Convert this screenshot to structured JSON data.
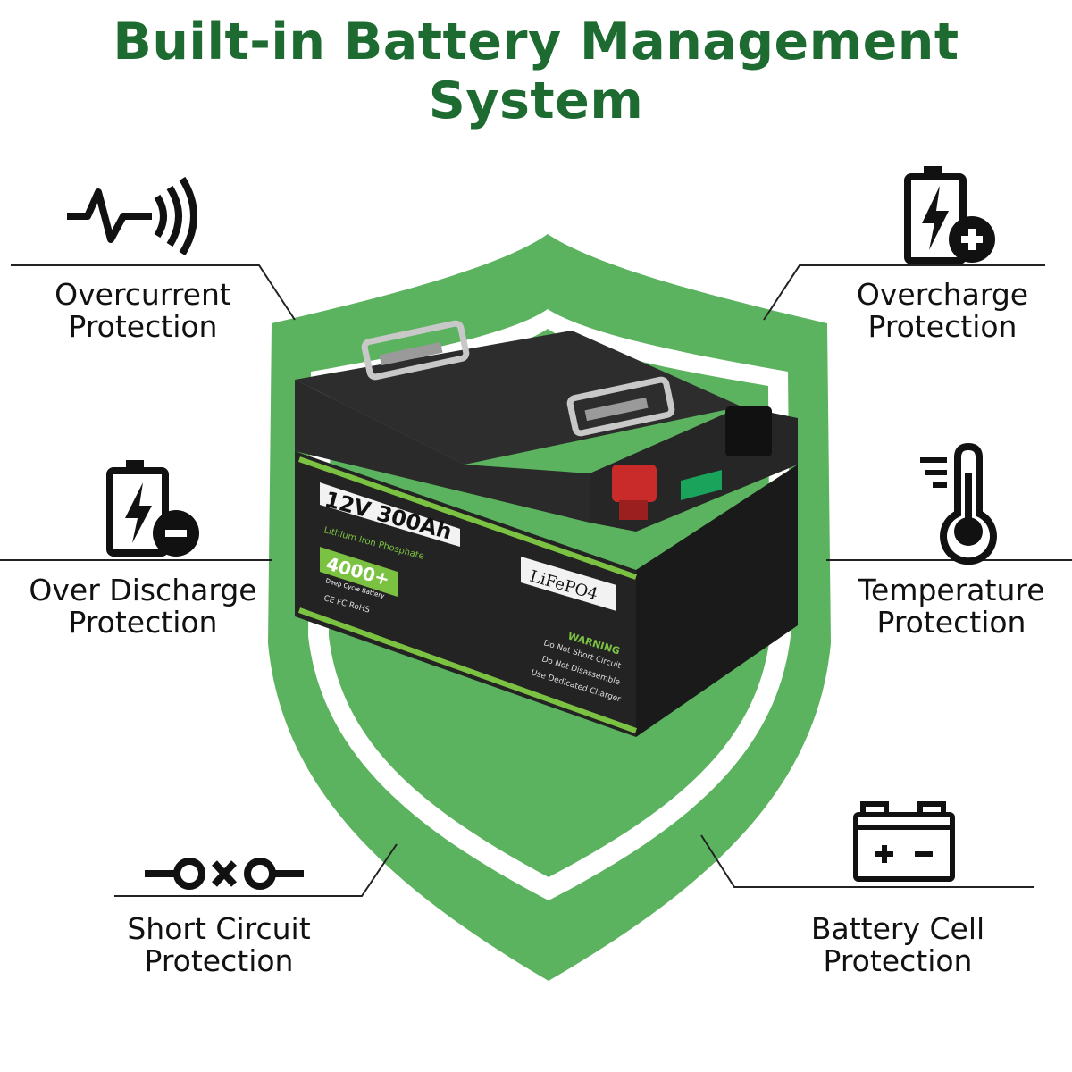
{
  "title": "Built-in Battery Management System",
  "features": [
    {
      "line1": "Overcurrent",
      "line2": "Protection",
      "icon": "overcurrent-wave-icon"
    },
    {
      "line1": "Overcharge",
      "line2": "Protection",
      "icon": "battery-charge-plus-icon"
    },
    {
      "line1": "Over Discharge",
      "line2": "Protection",
      "icon": "battery-discharge-minus-icon"
    },
    {
      "line1": "Temperature",
      "line2": "Protection",
      "icon": "thermometer-icon"
    },
    {
      "line1": "Short Circuit",
      "line2": "Protection",
      "icon": "short-circuit-icon"
    },
    {
      "line1": "Battery Cell",
      "line2": "Protection",
      "icon": "battery-cell-icon"
    }
  ],
  "battery": {
    "spec": "12V 300Ah",
    "chemistry": "Lithium Iron Phosphate",
    "cycles": "4000+",
    "cycles_sub": "Deep Cycle Battery",
    "certs": "CE FC RoHS",
    "type": "LiFePO4",
    "warning_title": "WARNING",
    "warnings": [
      "Do Not Short Circuit",
      "Do Not Disassemble",
      "Use Dedicated Charger"
    ]
  },
  "colors": {
    "title": "#1e6b32",
    "shield": "#5cb35f",
    "accent": "#7cc242",
    "battery": "#232323"
  }
}
